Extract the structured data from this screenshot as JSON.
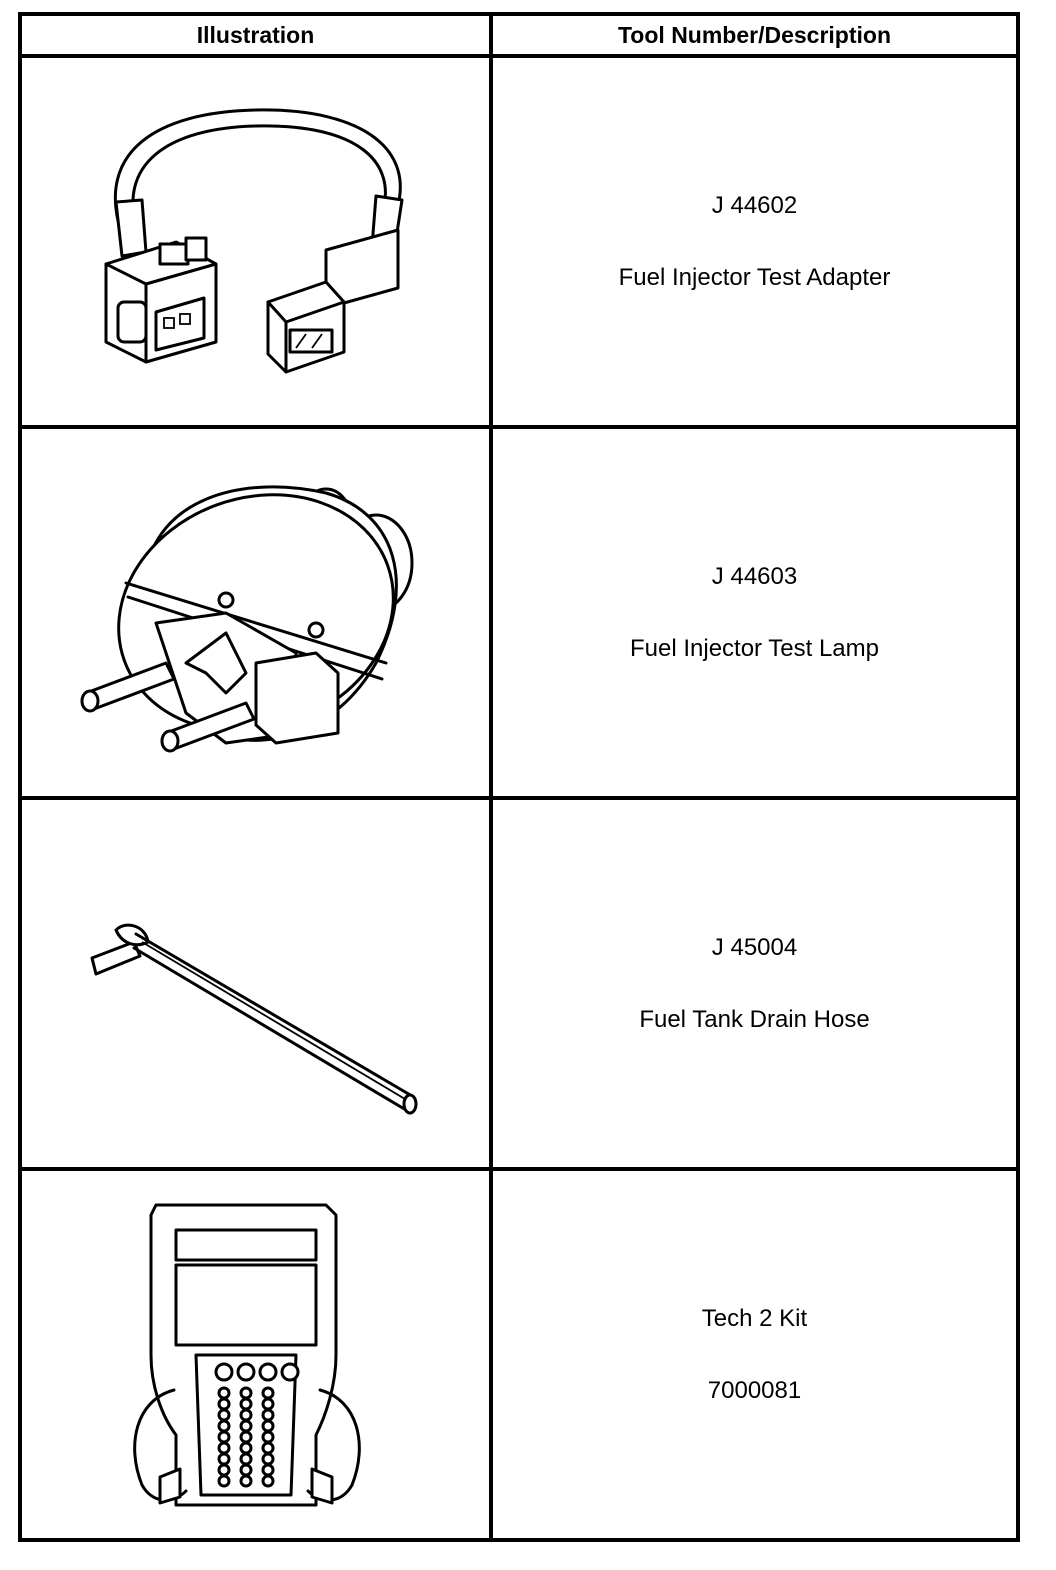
{
  "table": {
    "header": {
      "illustration": "Illustration",
      "tool": "Tool Number/Description"
    },
    "rows": [
      {
        "icon": "fuel-injector-test-adapter-illustration",
        "line1": "J 44602",
        "line2": "Fuel Injector Test Adapter"
      },
      {
        "icon": "fuel-injector-test-lamp-illustration",
        "line1": "J 44603",
        "line2": "Fuel Injector Test Lamp"
      },
      {
        "icon": "fuel-tank-drain-hose-illustration",
        "line1": "J 45004",
        "line2": "Fuel Tank Drain Hose"
      },
      {
        "icon": "tech-2-kit-illustration",
        "line1": "Tech 2 Kit",
        "line2": "7000081"
      }
    ]
  }
}
